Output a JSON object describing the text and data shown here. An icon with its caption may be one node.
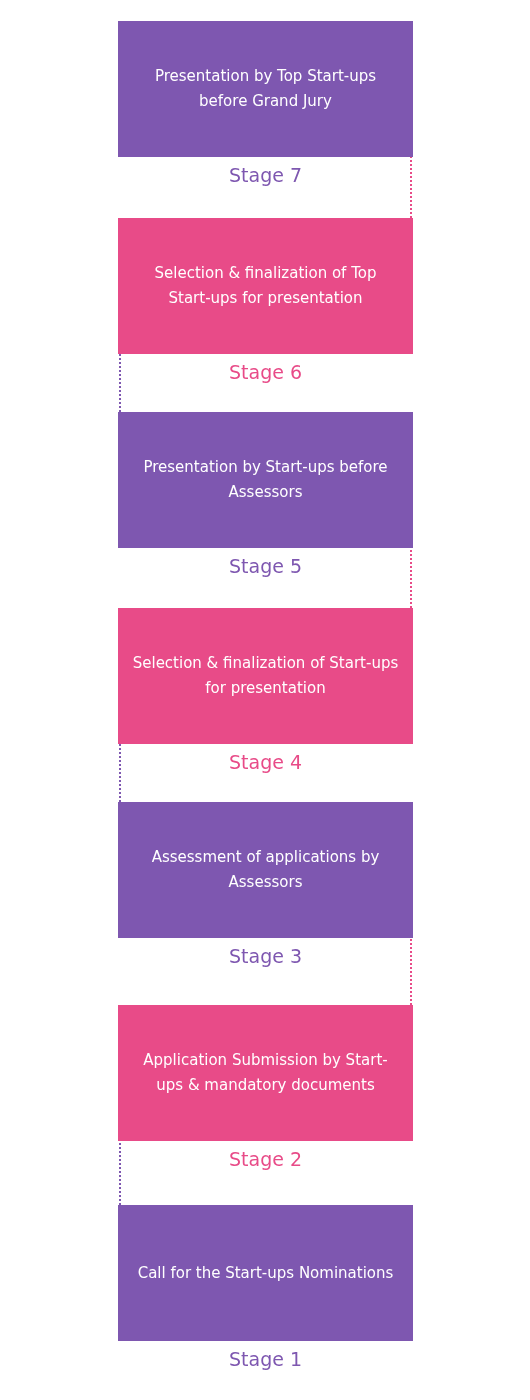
{
  "diagram": {
    "nodes": [
      {
        "text": [
          "Presentation by Top Start-ups before Grand Jury"
        ],
        "beside": [
          "Stage 7"
        ]
      },
      {
        "text": [
          "Selection & finalization of Top Start-ups for presentation"
        ],
        "beside": [
          "Stage 6"
        ]
      },
      {
        "text": [
          "Presentation by Start-ups before Assessors"
        ],
        "beside": [
          "Stage 5"
        ]
      },
      {
        "text": [
          "Selection & finalization of Start-ups for presentation"
        ],
        "beside": [
          "Stage 4"
        ]
      },
      {
        "text": [
          "Assessment of applications by Assessors"
        ],
        "beside": [
          "Stage 3"
        ]
      },
      {
        "text": [
          "Application Submission by Start-ups & mandatory documents"
        ],
        "beside": [
          "Stage 2"
        ]
      },
      {
        "text": [
          "Call for the Start-ups Nominations"
        ],
        "beside": [
          "Stage 1"
        ]
      }
    ],
    "edges": [
      {
        "from": 6,
        "to": 5,
        "arrow": "none",
        "style": "dashed",
        "color": "#7e57b0"
      },
      {
        "from": 5,
        "to": 4,
        "arrow": "none",
        "style": "dashed",
        "color": "#e84b88"
      },
      {
        "from": 4,
        "to": 3,
        "arrow": "none",
        "style": "dashed",
        "color": "#7e57b0"
      },
      {
        "from": 3,
        "to": 2,
        "arrow": "none",
        "style": "dashed",
        "color": "#e84b88"
      },
      {
        "from": 2,
        "to": 1,
        "arrow": "none",
        "style": "dashed",
        "color": "#7e57b0"
      },
      {
        "from": 1,
        "to": 0,
        "arrow": "none",
        "style": "dashed",
        "color": "#e84b88"
      }
    ]
  }
}
